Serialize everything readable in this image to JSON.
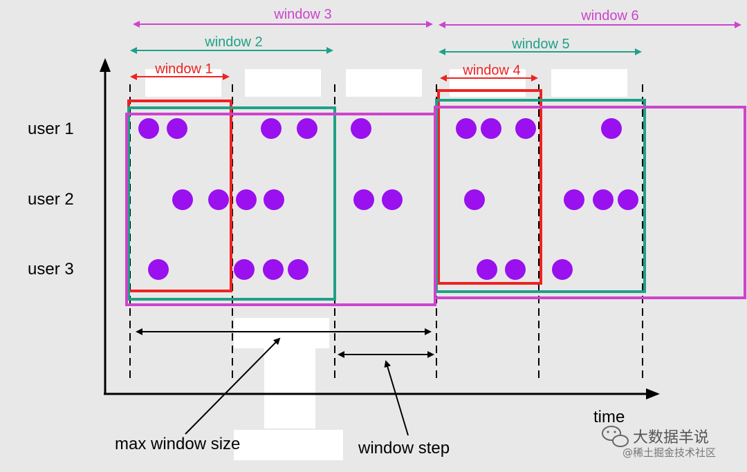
{
  "diagram": {
    "windows": [
      {
        "label": "window 1",
        "color": "#ee2222"
      },
      {
        "label": "window 2",
        "color": "#20a088"
      },
      {
        "label": "window 3",
        "color": "#cc44cc"
      },
      {
        "label": "window 4",
        "color": "#ee2222"
      },
      {
        "label": "window 5",
        "color": "#20a088"
      },
      {
        "label": "window 6",
        "color": "#cc44cc"
      }
    ],
    "users": [
      "user 1",
      "user 2",
      "user 3"
    ],
    "time_label": "time",
    "max_window_size_label": "max window size",
    "window_step_label": "window step",
    "event_color": "#9a10ee",
    "axis_color": "#000000"
  },
  "watermark": {
    "line1": "大数据羊说",
    "line2": "@稀土掘金技术社区"
  }
}
